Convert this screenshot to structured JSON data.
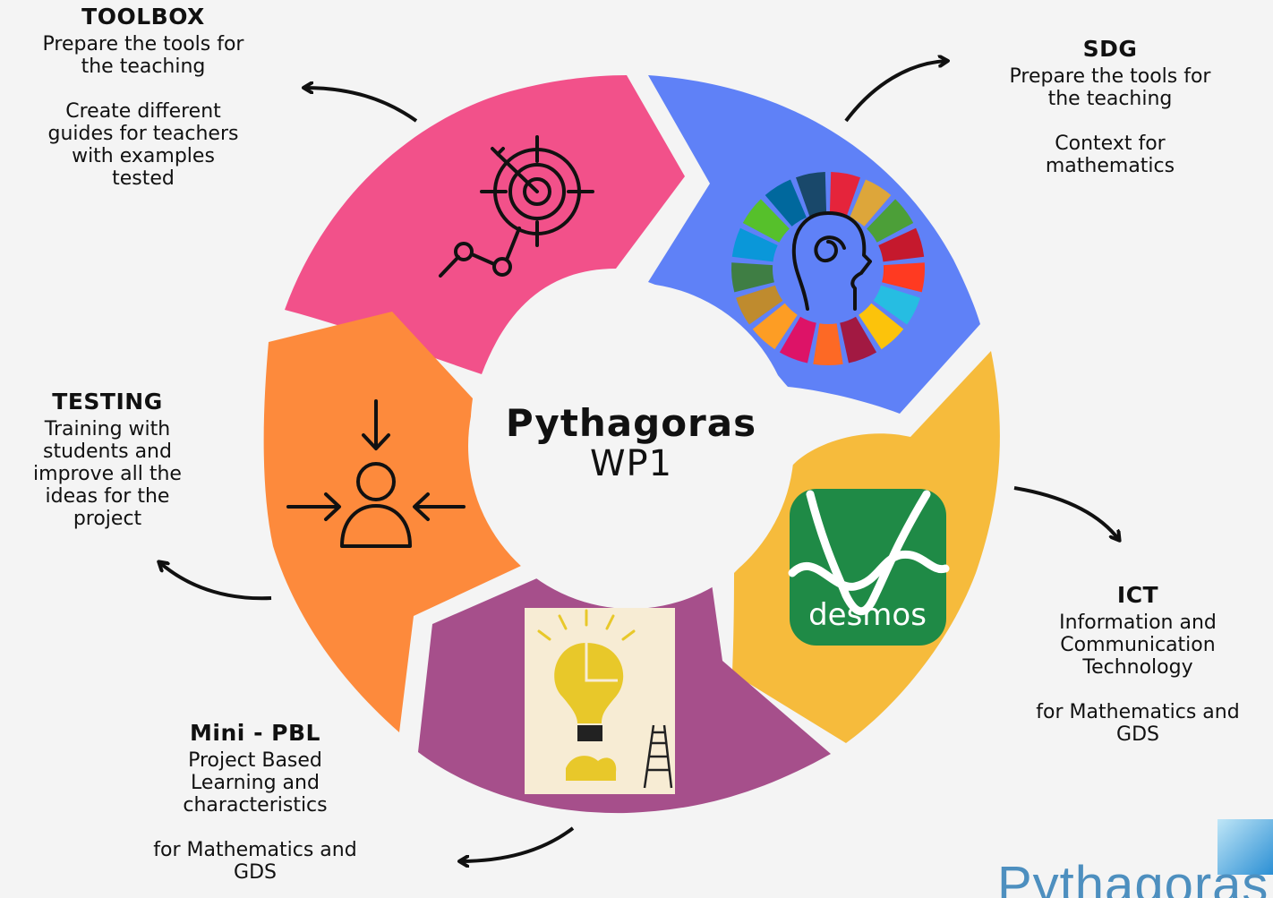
{
  "center": {
    "title": "Pythagoras",
    "subtitle": "WP1"
  },
  "toolbox": {
    "heading": "TOOLBOX",
    "lines": [
      "Prepare the tools for\nthe teaching",
      "Create different\nguides for teachers\nwith examples\ntested"
    ]
  },
  "sdg": {
    "heading": "SDG",
    "lines": [
      "Prepare the tools for\nthe teaching",
      "Context for\nmathematics"
    ]
  },
  "ict": {
    "heading": "ICT",
    "lines": [
      "Information and\nCommunication\nTechnology",
      "for Mathematics and\nGDS"
    ]
  },
  "testing": {
    "heading": "TESTING",
    "lines": [
      "Training with\nstudents and\nimprove all the\nideas for the\nproject"
    ]
  },
  "minipbl": {
    "heading": "Mini - PBL",
    "lines": [
      "Project Based\nLearning and\ncharacteristics",
      "for Mathematics and\nGDS"
    ]
  },
  "desmos": {
    "label": "desmos"
  },
  "logo": {
    "text": "Pythagoras"
  },
  "colors": {
    "pink": "#f2518a",
    "blue": "#5f81f7",
    "yellow": "#f6bb3c",
    "purple": "#a64f8b",
    "orange": "#fd8a3c",
    "desmos_green": "#1f8a46"
  },
  "icons": [
    "target-icon",
    "sdg-wheel-icon",
    "desmos-logo-icon",
    "lightbulb-puzzle-icon",
    "focus-person-icon"
  ]
}
